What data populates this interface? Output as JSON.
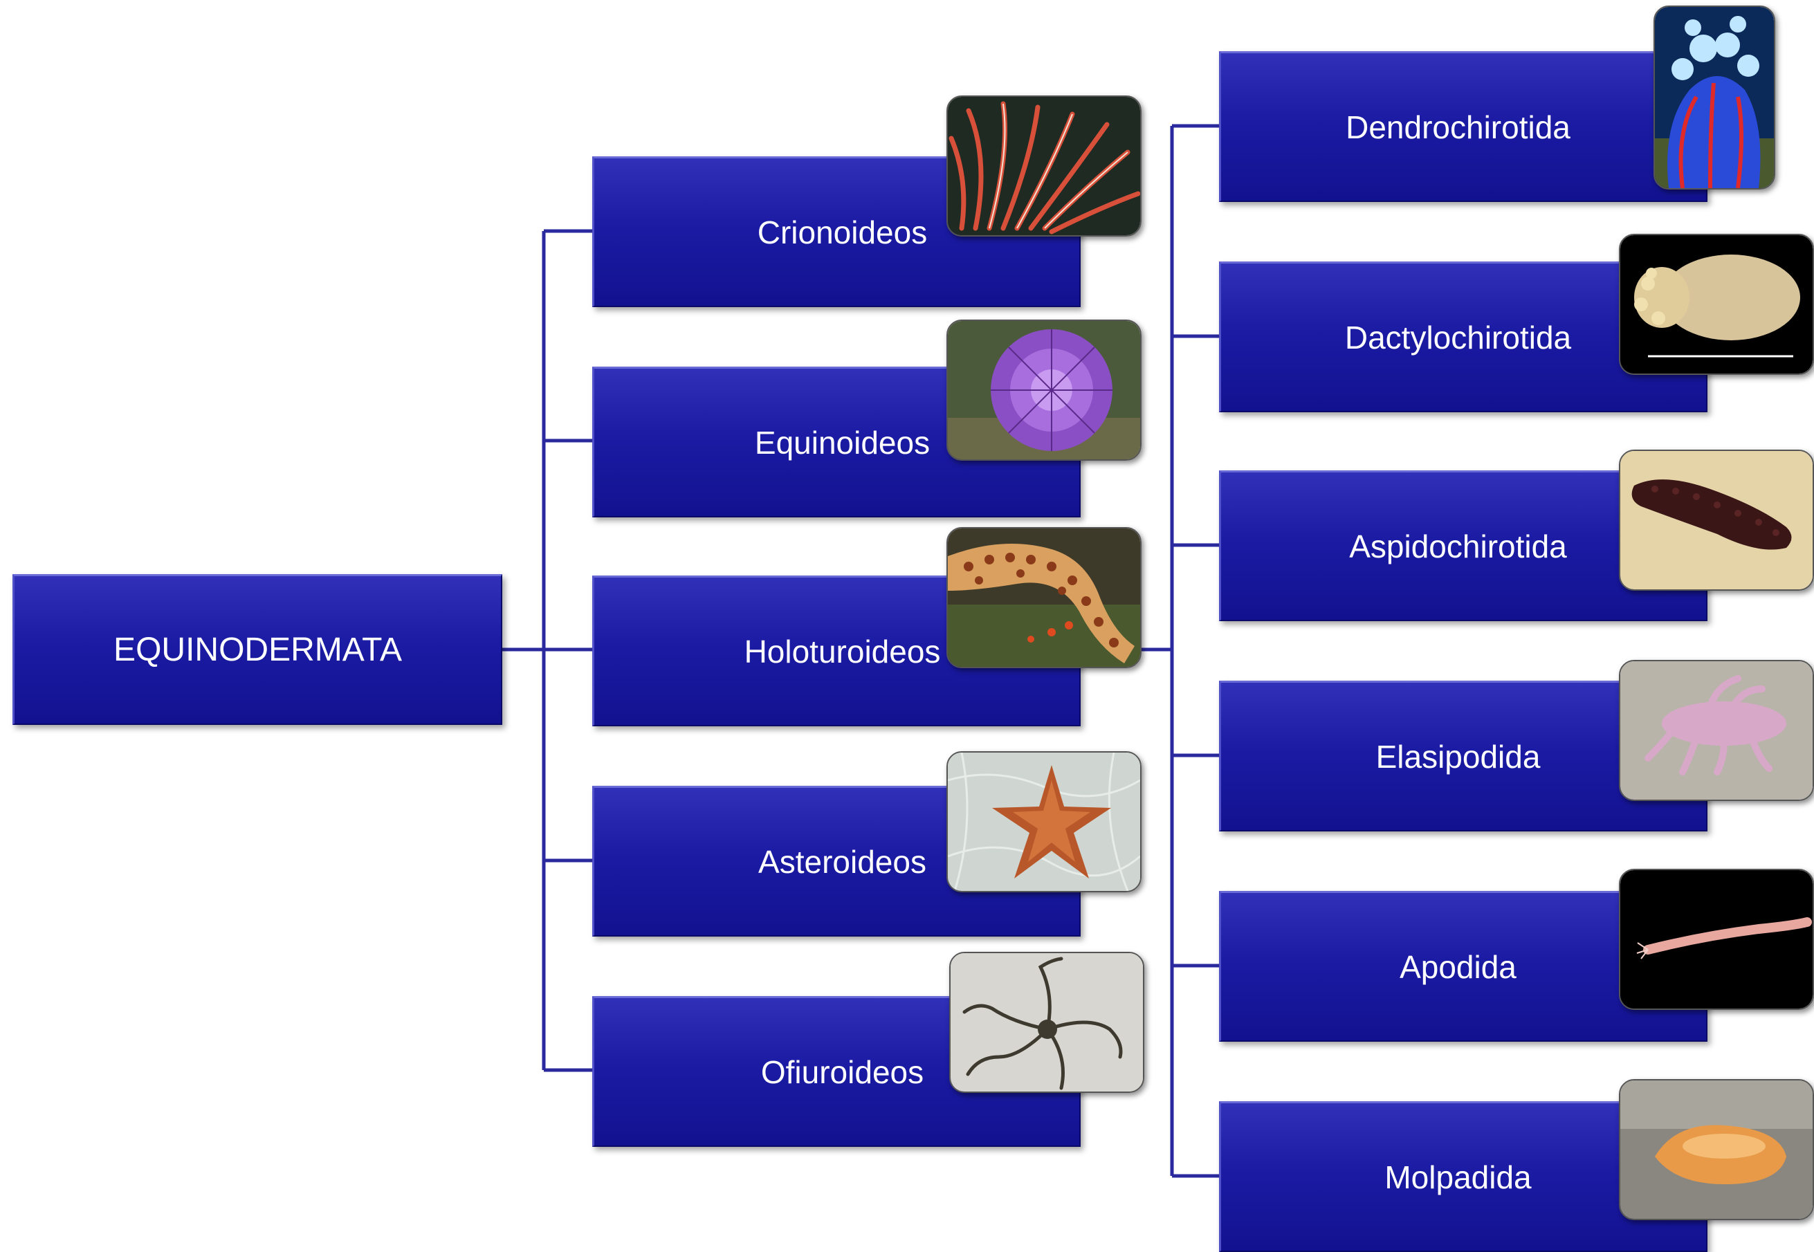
{
  "root": {
    "label": "EQUINODERMATA"
  },
  "classes": [
    {
      "label": "Crionoideos",
      "image": "feather-star"
    },
    {
      "label": "Equinoideos",
      "image": "sea-urchin"
    },
    {
      "label": "Holoturoideos",
      "image": "sea-cucumber"
    },
    {
      "label": "Asteroideos",
      "image": "starfish"
    },
    {
      "label": "Ofiuroideos",
      "image": "brittle-star"
    }
  ],
  "orders": [
    {
      "label": "Dendrochirotida",
      "image": "sea-apple"
    },
    {
      "label": "Dactylochirotida",
      "image": "museum-specimen"
    },
    {
      "label": "Aspidochirotida",
      "image": "dark-sea-cucumber"
    },
    {
      "label": "Elasipodida",
      "image": "sea-pig"
    },
    {
      "label": "Apodida",
      "image": "worm-cucumber"
    },
    {
      "label": "Molpadida",
      "image": "orange-cucumber"
    }
  ],
  "colors": {
    "box": "#1b1ba4",
    "connector": "#2a2a9e",
    "text": "#ffffff"
  }
}
